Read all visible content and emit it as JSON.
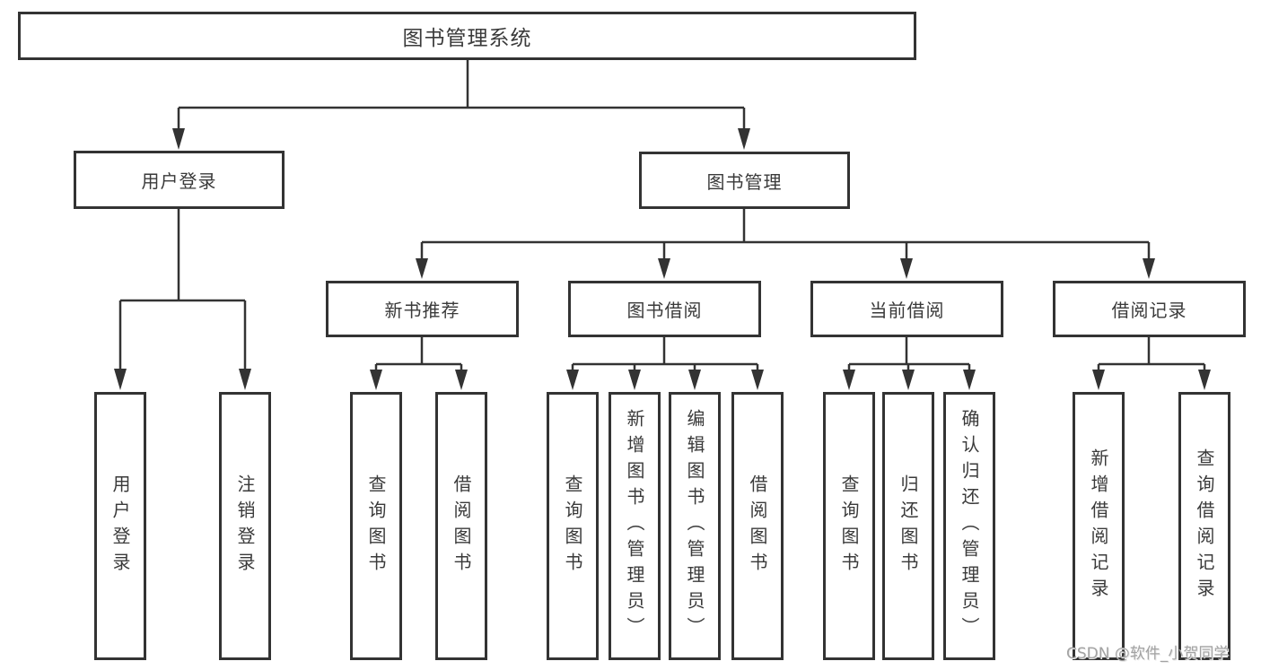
{
  "tree": {
    "root": {
      "label": "图书管理系统"
    },
    "branches": [
      {
        "label": "用户登录",
        "children": [
          {
            "label": "用户登录"
          },
          {
            "label": "注销登录"
          }
        ]
      },
      {
        "label": "图书管理",
        "children": [
          {
            "label": "新书推荐",
            "children": [
              {
                "label": "查询图书"
              },
              {
                "label": "借阅图书"
              }
            ]
          },
          {
            "label": "图书借阅",
            "children": [
              {
                "label": "查询图书"
              },
              {
                "label": "新增图书（管理员）"
              },
              {
                "label": "编辑图书（管理员）"
              },
              {
                "label": "借阅图书"
              }
            ]
          },
          {
            "label": "当前借阅",
            "children": [
              {
                "label": "查询图书"
              },
              {
                "label": "归还图书"
              },
              {
                "label": "确认归还（管理员）"
              }
            ]
          },
          {
            "label": "借阅记录",
            "children": [
              {
                "label": "新增借阅记录"
              },
              {
                "label": "查询借阅记录"
              }
            ]
          }
        ]
      }
    ]
  },
  "watermark": {
    "text": "CSDN @软件_小贺同学"
  },
  "colors": {
    "line": "#333333",
    "text": "#3a3a3a",
    "box_bg": "#ffffff",
    "watermark": "#a3a3a3"
  }
}
